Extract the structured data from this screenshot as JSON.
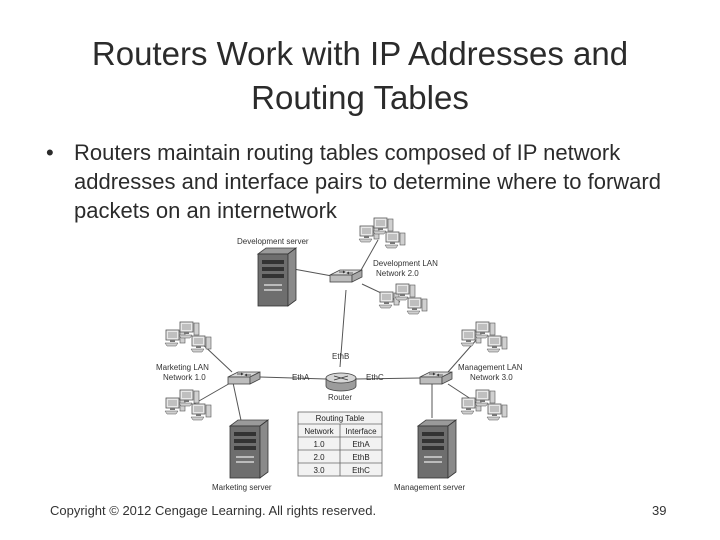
{
  "slide": {
    "title_line1": "Routers Work with IP Addresses and",
    "title_line2": "Routing Tables",
    "bullet_symbol": "•",
    "bullet_text": "Routers maintain routing tables composed of IP network addresses and interface pairs to determine where to forward packets on an internetwork",
    "footer": "Copyright © 2012 Cengage Learning. All rights reserved.",
    "page_number": "39"
  },
  "diagram": {
    "development_server": "Development server",
    "development_lan_line1": "Development LAN",
    "development_lan_line2": "Network 2.0",
    "marketing_lan_line1": "Marketing LAN",
    "marketing_lan_line2": "Network 1.0",
    "management_lan_line1": "Management LAN",
    "management_lan_line2": "Network 3.0",
    "eth_a": "EthA",
    "eth_b": "EthB",
    "eth_c": "EthC",
    "router": "Router",
    "marketing_server": "Marketing server",
    "management_server": "Management server",
    "routing_table": {
      "title": "Routing Table",
      "headers": [
        "Network",
        "Interface"
      ],
      "rows": [
        [
          "1.0",
          "EthA"
        ],
        [
          "2.0",
          "EthB"
        ],
        [
          "3.0",
          "EthC"
        ]
      ]
    }
  }
}
